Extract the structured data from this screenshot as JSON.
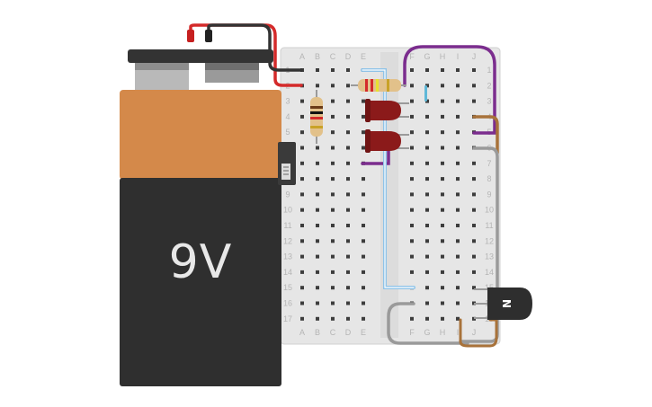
{
  "battery": {
    "label": "9V",
    "body_color": "#2f2f2f",
    "band_color": "#d4894a"
  },
  "breadboard": {
    "col_letters_left": [
      "A",
      "B",
      "C",
      "D",
      "E"
    ],
    "col_letters_right": [
      "F",
      "G",
      "H",
      "I",
      "J"
    ],
    "row_numbers": [
      "1",
      "2",
      "3",
      "4",
      "5",
      "6",
      "7",
      "8",
      "9",
      "10",
      "11",
      "12",
      "13",
      "14",
      "15",
      "16",
      "17"
    ]
  },
  "transistor": {
    "label": "N"
  },
  "wire_colors": {
    "red": "#d42a2a",
    "black": "#333333",
    "purple": "#7b2d8e",
    "blue": "#8fc3e8",
    "gray": "#9a9a9a",
    "brown": "#a8723a"
  },
  "components": {
    "led_color": "#8b1a1a",
    "resistor_body": "#e2c18a"
  }
}
